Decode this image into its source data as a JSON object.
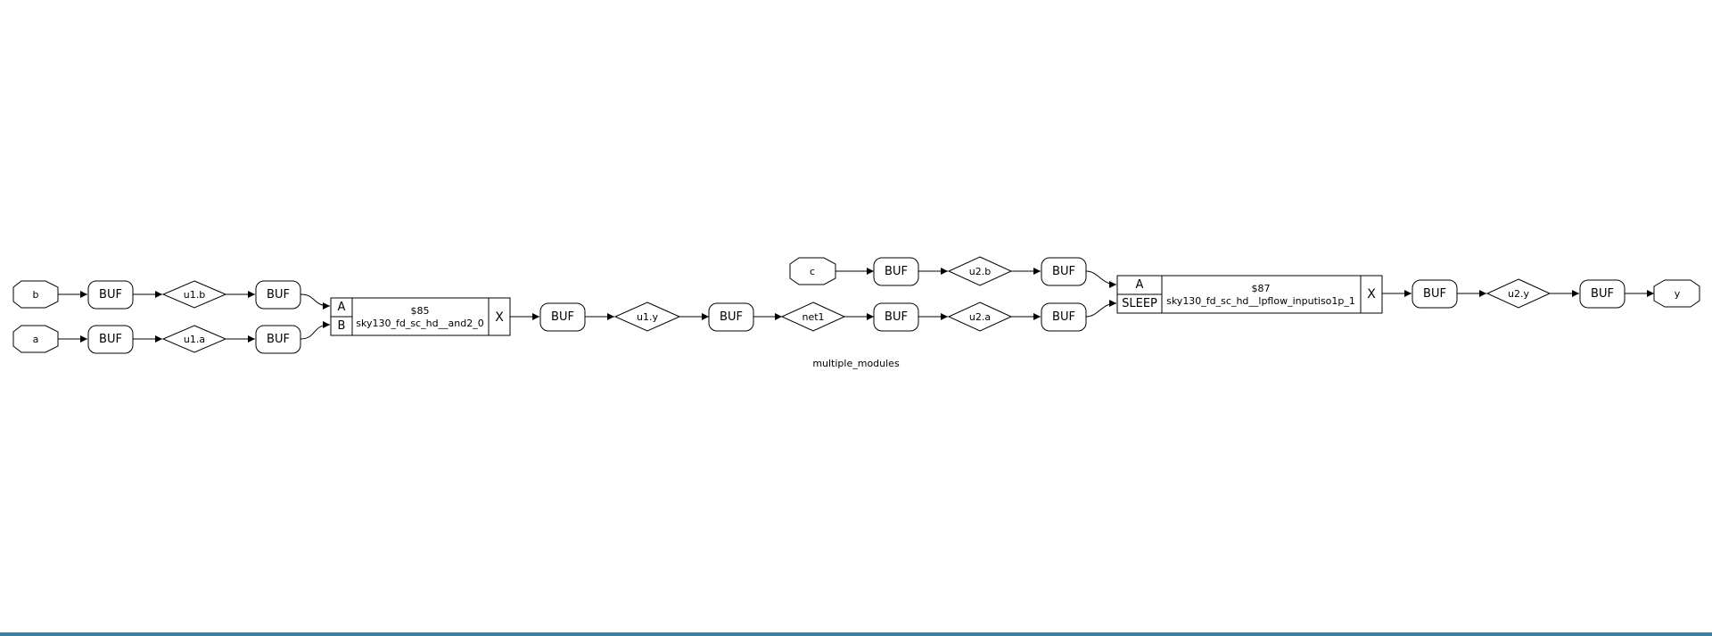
{
  "diagram": {
    "title": "multiple_modules",
    "ports": {
      "a": "a",
      "b": "b",
      "c": "c",
      "y": "y"
    },
    "buffer_label": "BUF",
    "nets": {
      "u1_a": "u1.a",
      "u1_b": "u1.b",
      "u1_y": "u1.y",
      "net1": "net1",
      "u2_a": "u2.a",
      "u2_b": "u2.b",
      "u2_y": "u2.y"
    },
    "cells": {
      "and2": {
        "id": "$85",
        "type": "sky130_fd_sc_hd__and2_0",
        "inputs": [
          "A",
          "B"
        ],
        "output": "X"
      },
      "inputiso": {
        "id": "$87",
        "type": "sky130_fd_sc_hd__lpflow_inputiso1p_1",
        "inputs": [
          "A",
          "SLEEP"
        ],
        "output": "X"
      }
    }
  }
}
